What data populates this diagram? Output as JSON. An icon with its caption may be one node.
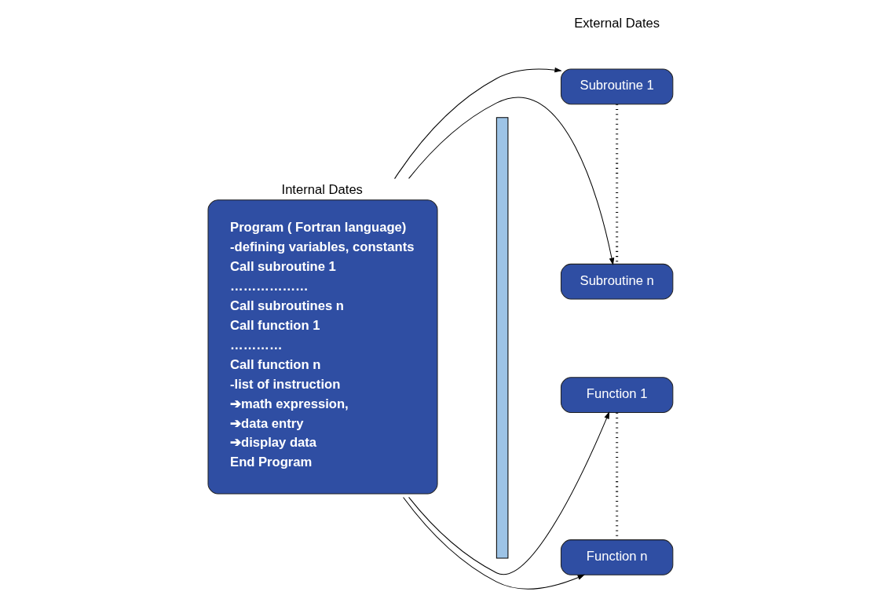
{
  "diagram": {
    "nodes": [
      {
        "text": [
          "Internal Dates",
          "Program ( Fortran language)",
          "-defining variables, constants",
          "Call subroutine 1",
          "………………",
          "Call subroutines n",
          "Call function 1",
          "…………",
          "Call function n",
          "-list of instruction",
          "➔math expression,",
          "➔data entry",
          "➔display data",
          "End Program"
        ]
      },
      {
        "text": [],
        "shape": "bar"
      },
      {
        "text": [
          "Subroutine 1"
        ]
      },
      {
        "text": [
          "Subroutine n"
        ]
      },
      {
        "text": [
          "Function 1"
        ]
      },
      {
        "text": [
          "Function n"
        ]
      }
    ],
    "edges": [
      {
        "from": 0,
        "to": 2,
        "arrow": "to"
      },
      {
        "from": 0,
        "to": 3,
        "arrow": "to"
      },
      {
        "from": 0,
        "to": 4,
        "arrow": "to"
      },
      {
        "from": 0,
        "to": 5,
        "arrow": "to"
      },
      {
        "from": 2,
        "to": 3,
        "arrow": "none",
        "style": "dashed"
      },
      {
        "from": 4,
        "to": 5,
        "arrow": "none",
        "style": "dashed"
      }
    ],
    "labels": [
      "External Dates"
    ]
  }
}
